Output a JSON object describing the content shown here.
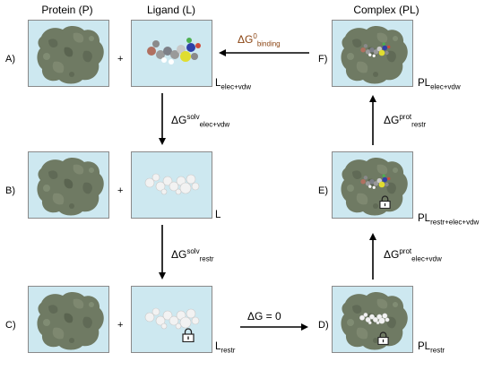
{
  "headers": {
    "protein": "Protein (P)",
    "ligand": "Ligand (L)",
    "complex": "Complex (PL)"
  },
  "rows": {
    "a": "A)",
    "b": "B)",
    "c": "C)",
    "d": "D)",
    "e": "E)",
    "f": "F)"
  },
  "plus": "+",
  "states": {
    "l_elec_vdw": {
      "base": "L",
      "sub": "elec+vdw"
    },
    "l": {
      "base": "L"
    },
    "l_restr": {
      "base": "L",
      "sub": "restr"
    },
    "pl_restr": {
      "base": "PL",
      "sub": "restr"
    },
    "pl_restr_elec_vdw": {
      "base": "PL",
      "sub": "restr+elec+vdw"
    },
    "pl_elec_vdw": {
      "base": "PL",
      "sub": "elec+vdw"
    }
  },
  "transitions": {
    "solv_elec_vdw": {
      "base": "ΔG",
      "sup": "solv",
      "sub": "elec+vdw"
    },
    "solv_restr": {
      "base": "ΔG",
      "sup": "solv",
      "sub": "restr"
    },
    "zero": {
      "text": "ΔG = 0"
    },
    "prot_elec_vdw": {
      "base": "ΔG",
      "sup": "prot",
      "sub": "elec+vdw"
    },
    "prot_restr": {
      "base": "ΔG",
      "sup": "prot",
      "sub": "restr"
    },
    "binding": {
      "base": "ΔG",
      "sup": "0",
      "sub": "binding"
    }
  },
  "colors": {
    "panel_bg": "#cde8f0",
    "protein": "#6f7a63",
    "binding_text": "#8b4513"
  }
}
